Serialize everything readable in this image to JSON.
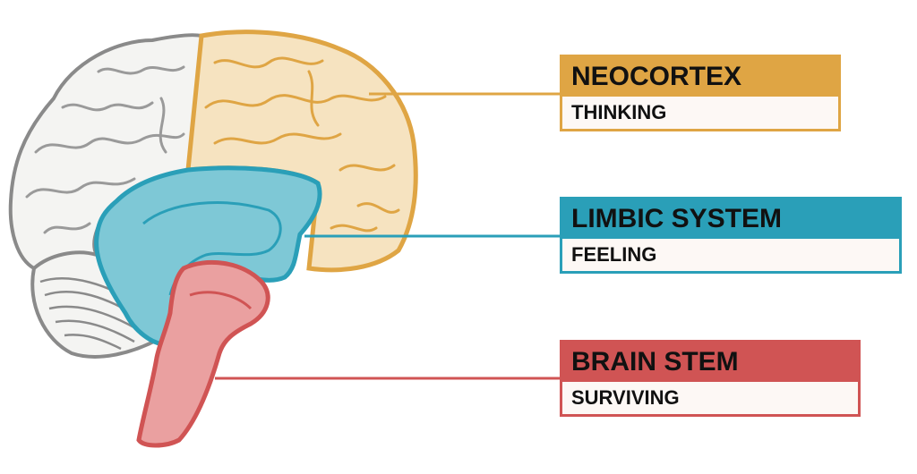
{
  "colors": {
    "neocortex": "#dfa544",
    "limbic": "#2a9fb8",
    "brain_stem": "#d05454",
    "brain_white": "#f4f4f2",
    "outline": "#8a8a8a"
  },
  "regions": [
    {
      "key": "neocortex",
      "title": "NEOCORTEX",
      "subtitle": "THINKING"
    },
    {
      "key": "limbic",
      "title": "LIMBIC SYSTEM",
      "subtitle": "FEELING"
    },
    {
      "key": "brain_stem",
      "title": "BRAIN STEM",
      "subtitle": "SURVIVING"
    }
  ]
}
